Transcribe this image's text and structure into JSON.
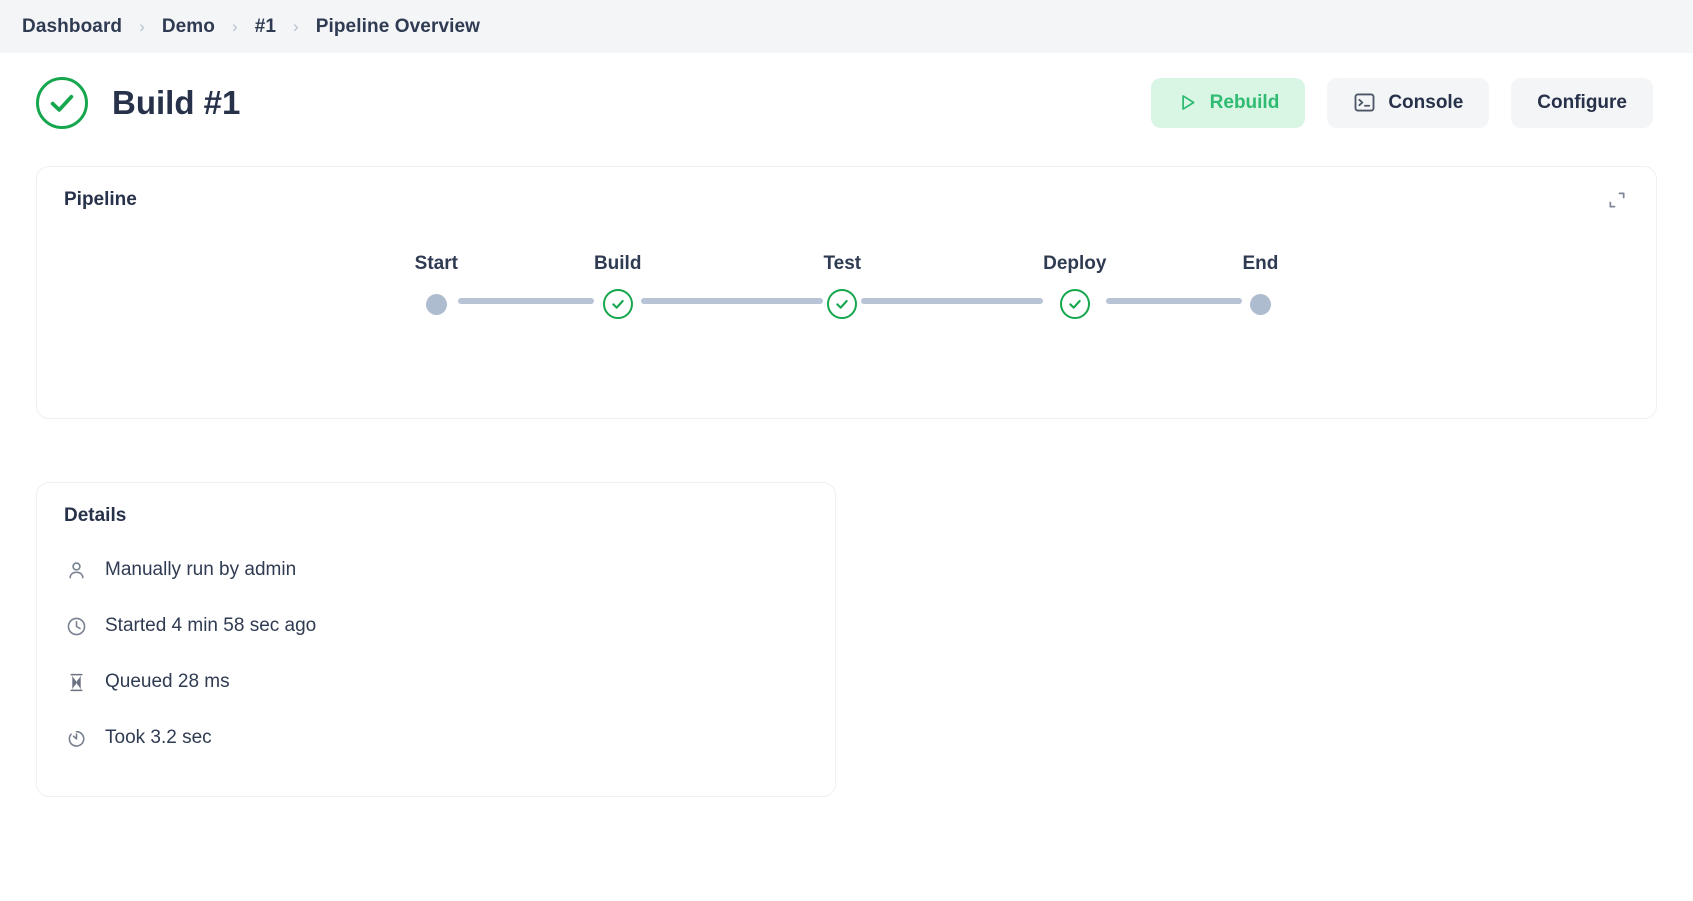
{
  "breadcrumb": {
    "separator": "›",
    "items": [
      {
        "label": "Dashboard"
      },
      {
        "label": "Demo"
      },
      {
        "label": "#1"
      },
      {
        "label": "Pipeline Overview"
      }
    ]
  },
  "header": {
    "status_icon": "check-circle-icon",
    "title": "Build #1",
    "actions": [
      {
        "label": "Rebuild",
        "icon": "play-icon",
        "style": "rebuild"
      },
      {
        "label": "Console",
        "icon": "terminal-icon",
        "style": "neutral"
      },
      {
        "label": "Configure",
        "icon": "",
        "style": "neutral"
      }
    ]
  },
  "pipeline_card": {
    "title": "Pipeline",
    "expand_icon": "expand-icon",
    "stages": [
      {
        "label": "Start",
        "state": "endpoint"
      },
      {
        "label": "Build",
        "state": "success"
      },
      {
        "label": "Test",
        "state": "success"
      },
      {
        "label": "Deploy",
        "state": "success"
      },
      {
        "label": "End",
        "state": "endpoint"
      }
    ]
  },
  "details_card": {
    "title": "Details",
    "rows": [
      {
        "icon": "user-icon",
        "text": "Manually run by admin"
      },
      {
        "icon": "clock-icon",
        "text": "Started 4 min 58 sec ago"
      },
      {
        "icon": "hourglass-icon",
        "text": "Queued 28 ms"
      },
      {
        "icon": "timer-icon",
        "text": "Took 3.2 sec"
      }
    ]
  },
  "colors": {
    "success_green": "#16a74e",
    "rebuild_bg": "#d8f6e3",
    "rebuild_fg": "#2fbb71",
    "neutral_bg": "#f4f5f7",
    "text_dark": "#27324a",
    "muted": "#aebccf",
    "connector": "#b8c4d5"
  }
}
